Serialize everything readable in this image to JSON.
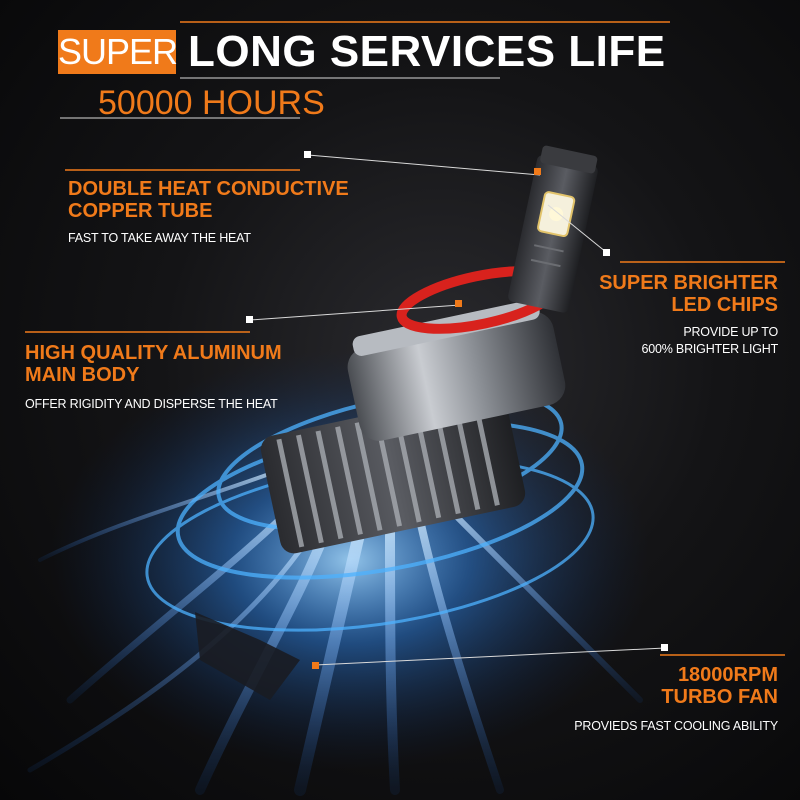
{
  "header": {
    "badge": "SUPER",
    "title": "LONG SERVICES LIFE",
    "subtitle": "50000 HOURS"
  },
  "features": {
    "copper": {
      "title_line1": "DOUBLE HEAT CONDUCTIVE",
      "title_line2": "COPPER TUBE",
      "desc": "FAST TO TAKE AWAY THE HEAT"
    },
    "chips": {
      "title_line1": "SUPER BRIGHTER",
      "title_line2": "LED CHIPS",
      "desc_line1": "PROVIDE UP TO",
      "desc_line2": "600% BRIGHTER LIGHT"
    },
    "aluminum": {
      "title_line1": "HIGH QUALITY ALUMINUM",
      "title_line2": "MAIN BODY",
      "desc": "OFFER RIGIDITY AND DISPERSE THE HEAT"
    },
    "fan": {
      "title_line1": "18000RPM",
      "title_line2": "TURBO FAN",
      "desc": "PROVIEDS FAST COOLING ABILITY"
    }
  },
  "colors": {
    "accent": "#f07a1a",
    "text": "#ffffff",
    "background": "#0b0b0d",
    "glow": "#3fa9ff",
    "ring": "#d8221d"
  },
  "icons": [
    "led-bulb-illustration",
    "callout-marker"
  ]
}
